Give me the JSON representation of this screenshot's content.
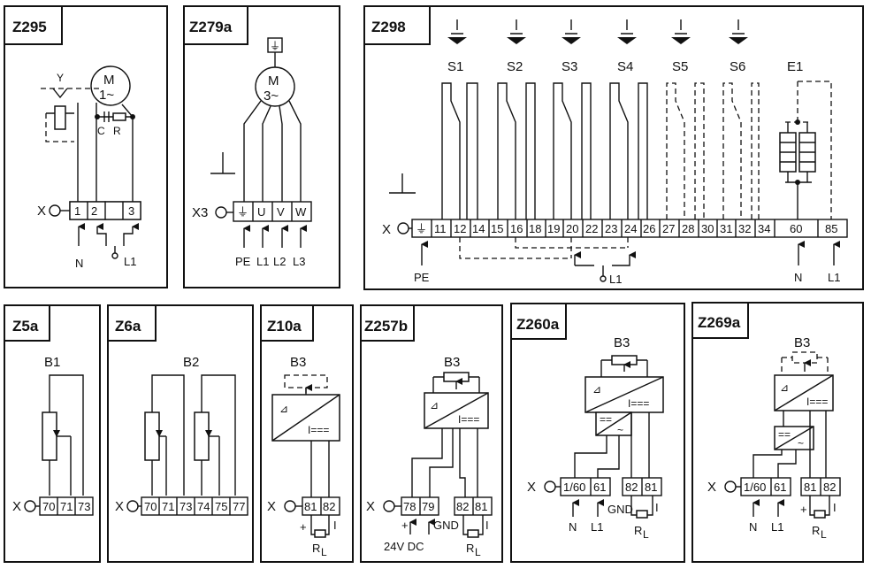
{
  "diagrams": [
    {
      "title": "Z295",
      "device": "M",
      "device_sub": "1~",
      "connector": "X",
      "terminals": [
        "1",
        "2",
        "3"
      ],
      "labels": [
        "N",
        "L1"
      ],
      "extra": [
        "Y",
        "C",
        "R"
      ]
    },
    {
      "title": "Z279a",
      "device": "M",
      "device_sub": "3~",
      "connector": "X3",
      "terminals": [
        "⏚",
        "U",
        "V",
        "W"
      ],
      "labels": [
        "PE",
        "L1",
        "L2",
        "L3"
      ]
    },
    {
      "title": "Z298",
      "devices": [
        "S1",
        "S2",
        "S3",
        "S4",
        "S5",
        "S6",
        "E1"
      ],
      "connector": "X",
      "terminals": [
        "⏚",
        "11",
        "12",
        "14",
        "15",
        "16",
        "18",
        "19",
        "20",
        "22",
        "23",
        "24",
        "26",
        "27",
        "28",
        "30",
        "31",
        "32",
        "34",
        "60",
        "85"
      ],
      "labels": [
        "PE",
        "L1",
        "N",
        "L1"
      ]
    },
    {
      "title": "Z5a",
      "device": "B1",
      "connector": "X",
      "terminals": [
        "70",
        "71",
        "73"
      ]
    },
    {
      "title": "Z6a",
      "device": "B2",
      "connector": "X",
      "terminals": [
        "70",
        "71",
        "73",
        "74",
        "75",
        "77"
      ]
    },
    {
      "title": "Z10a",
      "device": "B3",
      "connector": "X",
      "terminals": [
        "81",
        "82"
      ],
      "labels": [
        "+",
        "I",
        "R",
        "L"
      ]
    },
    {
      "title": "Z257b",
      "device": "B3",
      "connector": "X",
      "terminals": [
        "78",
        "79",
        "82",
        "81"
      ],
      "labels": [
        "+",
        "GND",
        "24V DC",
        "I",
        "R",
        "L"
      ]
    },
    {
      "title": "Z260a",
      "device": "B3",
      "connector": "X",
      "terminals": [
        "1/60",
        "61",
        "82",
        "81"
      ],
      "labels": [
        "N",
        "L1",
        "GND",
        "I",
        "R",
        "L"
      ]
    },
    {
      "title": "Z269a",
      "device": "B3",
      "connector": "X",
      "terminals": [
        "1/60",
        "61",
        "81",
        "82"
      ],
      "labels": [
        "N",
        "L1",
        "+",
        "I",
        "R",
        "L"
      ]
    }
  ]
}
